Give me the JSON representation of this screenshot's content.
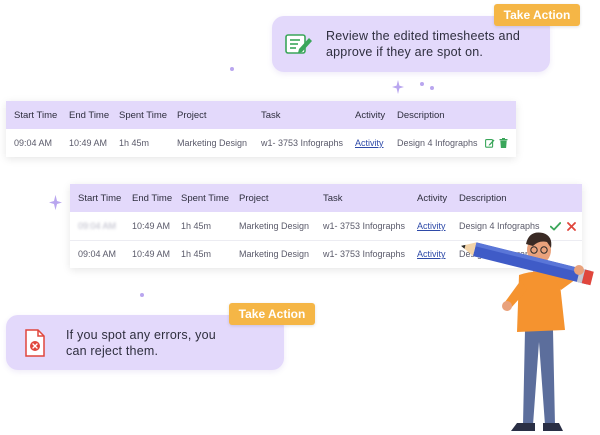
{
  "top_callout": {
    "action_label": "Take Action",
    "text_line1": "Review the edited timesheets and",
    "text_line2": "approve if they are spot on.",
    "icon": "edit-document-icon"
  },
  "bottom_callout": {
    "action_label": "Take Action",
    "text_line1": "If you spot any errors, you",
    "text_line2": "can reject them.",
    "icon": "reject-document-icon"
  },
  "table1": {
    "headers": [
      "Start Time",
      "End Time",
      "Spent Time",
      "Project",
      "Task",
      "Activity",
      "Description"
    ],
    "row": {
      "start": "09:04 AM",
      "end": "10:49 AM",
      "spent": "1h 45m",
      "project": "Marketing Design",
      "task": "w1- 3753 Infographs",
      "activity": "Activity",
      "description": "Design 4 Infographs"
    },
    "row_icons": [
      "edit-icon",
      "trash-icon"
    ]
  },
  "table2": {
    "headers": [
      "Start Time",
      "End Time",
      "Spent Time",
      "Project",
      "Task",
      "Activity",
      "Description"
    ],
    "rows": [
      {
        "start": "09:04 AM",
        "end": "10:49 AM",
        "spent": "1h 45m",
        "project": "Marketing Design",
        "task": "w1- 3753 Infographs",
        "activity": "Activity",
        "description": "Design 4 Infographs"
      },
      {
        "start": "09:04 AM",
        "end": "10:49 AM",
        "spent": "1h 45m",
        "project": "Marketing Design",
        "task": "w1- 3753 Infographs",
        "activity": "Activity",
        "description": "Design 4 Infographs"
      }
    ],
    "row_icons": [
      "approve-check-icon",
      "reject-x-icon"
    ]
  },
  "colors": {
    "lavender": "#e3d9fb",
    "accent_orange": "#f5b646",
    "link_blue": "#2e4aa8",
    "edit_green": "#3aa65a",
    "reject_red": "#e0463c"
  }
}
